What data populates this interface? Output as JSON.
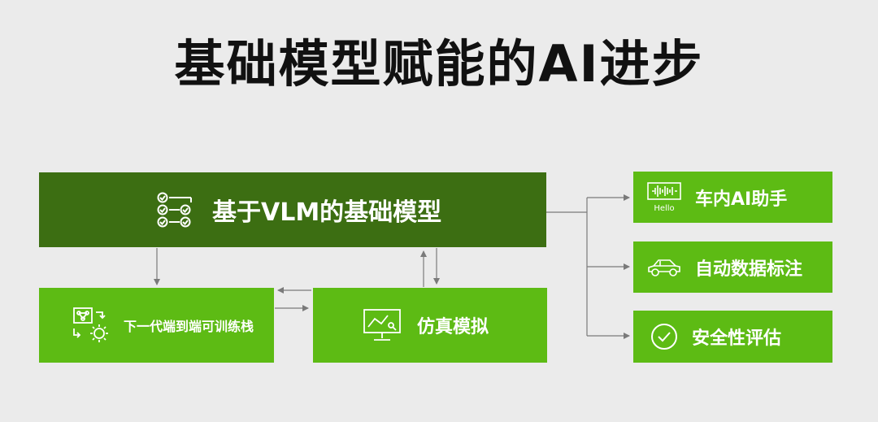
{
  "title": "基础模型赋能的AI进步",
  "main_box": {
    "label": "基于VLM的基础模型",
    "icon": "checklist-icon"
  },
  "left_boxes": [
    {
      "label": "下一代端到端可训练栈",
      "icon": "neural-gear-icon"
    },
    {
      "label": "仿真模拟",
      "icon": "simulation-monitor-icon"
    }
  ],
  "right_boxes": [
    {
      "label": "车内AI助手",
      "icon": "voice-assistant-icon",
      "icon_text": "Hello"
    },
    {
      "label": "自动数据标注",
      "icon": "car-icon"
    },
    {
      "label": "安全性评估",
      "icon": "check-circle-icon"
    }
  ],
  "colors": {
    "dark_green": "#3c6e12",
    "bright_green": "#5dbb14",
    "background": "#ebebeb",
    "line": "#7a7a7a"
  }
}
